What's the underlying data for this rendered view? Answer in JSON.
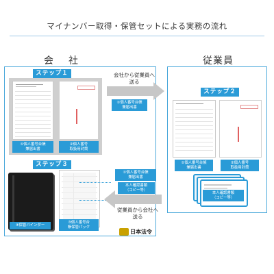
{
  "title": "マイナンバー取得・保管セットによる実務の流れ",
  "company_heading": "会　社",
  "employee_heading": "従業員",
  "step1": {
    "label": "ステップ１",
    "doc1_line1": "①個人番号台帳",
    "doc1_line2": "兼届出書",
    "doc2_line1": "②個人番号",
    "doc2_line2": "取扱用封筒"
  },
  "arrow_to_employee": {
    "line1": "会社から従業員へ",
    "line2": "送る",
    "tag_line1": "①個人番号台帳",
    "tag_line2": "兼届出書"
  },
  "step2": {
    "label": "ステップ２",
    "doc1_line1": "①個人番号台帳",
    "doc1_line2": "兼届出書",
    "doc2_line1": "②個人番号",
    "doc2_line2": "取扱用封筒",
    "id_line1": "本人確認書類",
    "id_line2": "（コピー等）"
  },
  "step3": {
    "label": "ステップ３",
    "binder_label": "④保管バインダー",
    "pack_line1": "③個人番号台",
    "pack_line2": "帳保管パック"
  },
  "arrow_to_company": {
    "tag1_line1": "①個人番号台帳",
    "tag1_line2": "兼届出書",
    "tag2_line1": "本人確認書類",
    "tag2_line2": "（コピー等）",
    "line1": "従業員から会社へ",
    "line2": "送る"
  },
  "brand": "日本法令"
}
